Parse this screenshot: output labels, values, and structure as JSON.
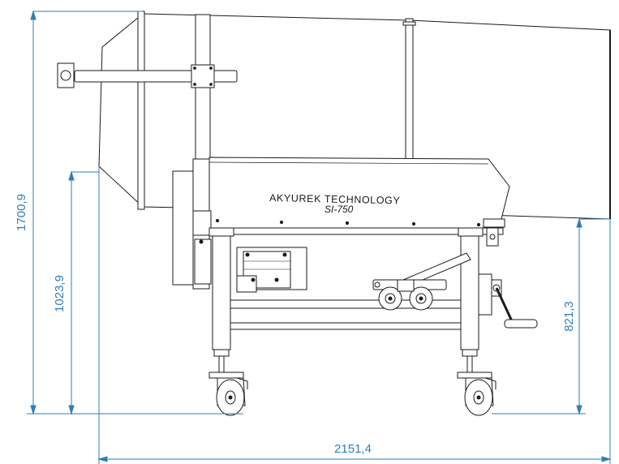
{
  "machine": {
    "brand": "AKYUREK TECHNOLOGY",
    "model": "SI-750"
  },
  "dimensions": {
    "total_height": "1700,9",
    "table_height": "1023,9",
    "outlet_height": "821,3",
    "total_length": "2151,4"
  },
  "colors": {
    "dimension": "#2f7fb5",
    "line": "#1a1a1a",
    "fill": "#ffffff"
  }
}
